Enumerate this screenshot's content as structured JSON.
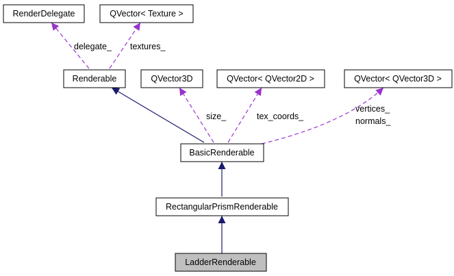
{
  "diagram": {
    "nodes": {
      "render_delegate": "RenderDelegate",
      "qvector_texture": "QVector< Texture >",
      "renderable": "Renderable",
      "qvector3d": "QVector3D",
      "qvector_qvector2d": "QVector< QVector2D >",
      "qvector_qvector3d": "QVector< QVector3D >",
      "basic_renderable": "BasicRenderable",
      "rectangular_prism_renderable": "RectangularPrismRenderable",
      "ladder_renderable": "LadderRenderable"
    },
    "edge_labels": {
      "delegate": "delegate_",
      "textures": "textures_",
      "size": "size_",
      "tex_coords": "tex_coords_",
      "vertices": "vertices_",
      "normals": "normals_"
    },
    "colors": {
      "inheritance": "#1a1a6e",
      "usage": "#9a32cd",
      "highlight_fill": "#bfbfbf"
    }
  }
}
